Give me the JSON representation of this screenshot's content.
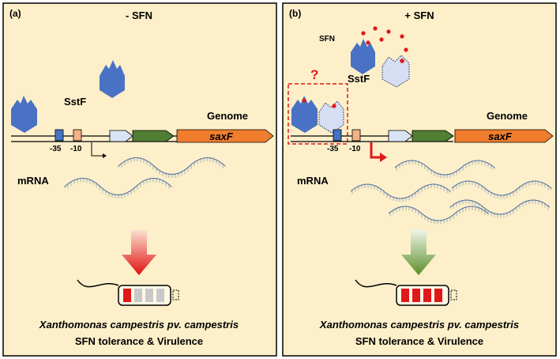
{
  "panels": [
    {
      "panel_label": "(a)",
      "condition": "- SFN",
      "regulator_label": "SstF",
      "genome_label": "Genome",
      "gene_label": "saxF",
      "box_minus35": "-35",
      "box_minus10": "-10",
      "mrna_label": "mRNA",
      "organism": "Xanthomonas campestris pv. campestris",
      "phenotype": "SFN tolerance & Virulence",
      "battery_level": 0.25
    },
    {
      "panel_label": "(b)",
      "condition": "+ SFN",
      "sfn_label": "SFN",
      "question_mark": "?",
      "regulator_label": "SstF",
      "genome_label": "Genome",
      "gene_label": "saxF",
      "box_minus35": "-35",
      "box_minus10": "-10",
      "mrna_label": "mRNA",
      "organism": "Xanthomonas campestris pv. campestris",
      "phenotype": "SFN tolerance & Virulence",
      "battery_level": 1.0
    }
  ],
  "colors": {
    "panel_bg": "#fcefc9",
    "protein": "#4a72c4",
    "protein_light": "#d5def2",
    "sfn_dot": "#e0181a",
    "gene_saxf": "#ef7d2d",
    "gene_green": "#507e32",
    "gene_lightblue": "#dae3f3",
    "box35": "#4472c4",
    "box10": "#f4b183",
    "arrow_down_red": "#e01010",
    "arrow_down_green": "#5a8f2a",
    "mrna": "#4a6fa5"
  }
}
